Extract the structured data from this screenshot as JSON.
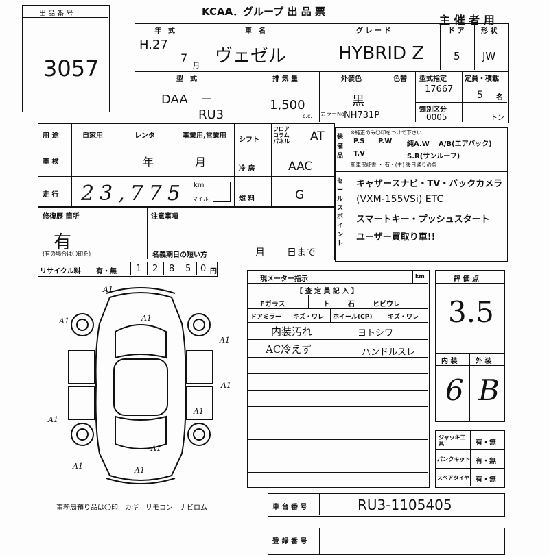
{
  "lot": {
    "label": "出 品 番 号",
    "number": "3057"
  },
  "header": {
    "title": "KCAA．グループ 出 品 票",
    "organizer": "主 催 者 用"
  },
  "row1": {
    "year_label": "年　式",
    "car_label": "車　名",
    "grade_label": "グ レ ー ド",
    "doors_label": "ド ア",
    "shape_label": "形 状",
    "era": "H.27",
    "month": "7",
    "month_unit": "月",
    "car_name": "ヴェゼル",
    "grade": "HYBRID Z",
    "doors": "5",
    "shape": "JW"
  },
  "row2": {
    "model_label": "型　式",
    "displacement_label": "排 気 量",
    "ext_color_label": "外装色",
    "color_no_label": "色替",
    "type_designation_label": "型式指定",
    "capacity_label": "定員・積載",
    "model_prefix": "DAA　－",
    "model": "RU3",
    "displacement": "1,500",
    "cc": "c.c.",
    "color": "黒",
    "color_code_label": "カラーNo",
    "color_code": "NH731P",
    "type_designation": "17667",
    "capacity": "5",
    "capacity_unit": "名",
    "class_label": "類別区分",
    "class_no": "0005",
    "ton_unit": "トン"
  },
  "status": {
    "usage_label": "用 途",
    "usage_options": [
      "自家用",
      "レンタ",
      "事業用,営業用"
    ],
    "inspection_label": "車 検",
    "year_unit": "年",
    "month_unit": "月",
    "mileage_label": "走 行",
    "mileage_handwritten": "23,775",
    "mileage_km_unit": "km",
    "mileage_mile_unit": "マイル",
    "shift_label": "シフト",
    "shift_options": [
      "フロア",
      "コラム",
      "パネル"
    ],
    "shift": "AT",
    "ac_label": "冷 房",
    "ac": "AAC",
    "fuel_label": "燃 料",
    "fuel": "G"
  },
  "equipment": {
    "side_label": "装備品",
    "note": "※純正のみ〇印をつけて下さい",
    "items": [
      "P.S",
      "P.W",
      "純A.W",
      "A/B(エアバック)",
      "T.V",
      "S.R(サンルーフ)"
    ],
    "footer": "新車保証書 ・ 有・(主) 後日通りの条"
  },
  "sales_points": {
    "side_label": "セールスポイント",
    "lines": [
      "キャザースナビ・TV・バックカメラ",
      "(VXM-155VSi) ETC",
      "スマートキー・プッシュスタート",
      "ユーザー買取り車!!"
    ]
  },
  "repair": {
    "label": "修復歴 箇所",
    "value": "有",
    "note": "(有の場合は〇印を)"
  },
  "notes": {
    "label": "注意事項",
    "expiry_label": "名義期日の短い方",
    "month_unit": "月",
    "day_unit": "日まで"
  },
  "recycle": {
    "label": "リサイクル料",
    "yes_no": "有・無",
    "digits": [
      "1",
      "2",
      "8",
      "5",
      "0"
    ],
    "unit": "円"
  },
  "meter": {
    "label": "現メーター指示",
    "unit": "km"
  },
  "inspector": {
    "title": "【 査 定 員 記 入 】",
    "cells": [
      "Fガラス",
      "ト",
      "石",
      "ヒビウレ",
      "ドアミラー",
      "キズ・ワレ",
      "ホイール(CP)",
      "キズ・ワレ"
    ],
    "handwritten": [
      "内装汚れ",
      "ヨトシワ",
      "AC冷えず",
      "ハンドルスレ"
    ]
  },
  "score": {
    "label": "評 価 点",
    "value": "3.5",
    "interior_label": "内 装",
    "exterior_label": "外 装",
    "interior": "6",
    "exterior": "B"
  },
  "extras": {
    "items": [
      "ジャッキ工具",
      "パンクキット",
      "スペアタイヤ"
    ],
    "options": "有・無"
  },
  "diagram": {
    "marks": [
      "A1",
      "A1",
      "A1",
      "A1",
      "A1",
      "A1",
      "A1",
      "A1",
      "A1",
      "A1"
    ]
  },
  "footer": {
    "office_items": "事務局預り品は〇印　カギ　リモコン　ナビロム"
  },
  "chassis": {
    "label": "車 台 番 号",
    "value": "RU3-1105405"
  },
  "registration": {
    "label": "登 録 番 号"
  }
}
